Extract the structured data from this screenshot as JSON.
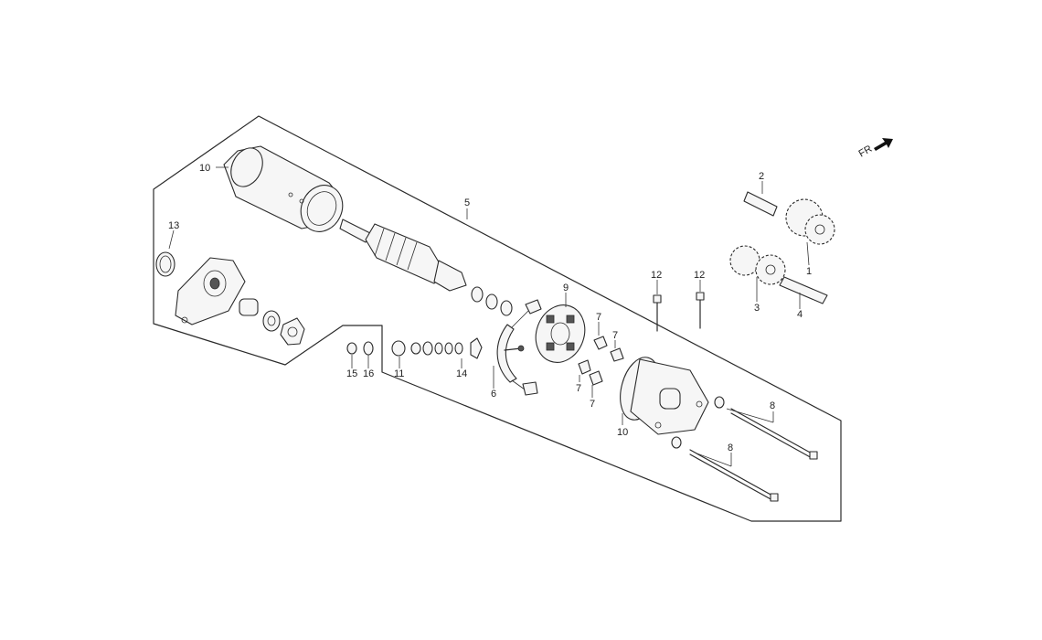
{
  "orientation": {
    "label": "FR",
    "arrow_icon": "direction-arrow-icon"
  },
  "callouts": {
    "c1": "1",
    "c2": "2",
    "c3": "3",
    "c4": "4",
    "c5": "5",
    "c6": "6",
    "c7a": "7",
    "c7b": "7",
    "c7c": "7",
    "c7d": "7",
    "c8a": "8",
    "c8b": "8",
    "c9": "9",
    "c10a": "10",
    "c10b": "10",
    "c11": "11",
    "c12a": "12",
    "c12b": "12",
    "c13": "13",
    "c14": "14",
    "c15": "15",
    "c16": "16"
  }
}
